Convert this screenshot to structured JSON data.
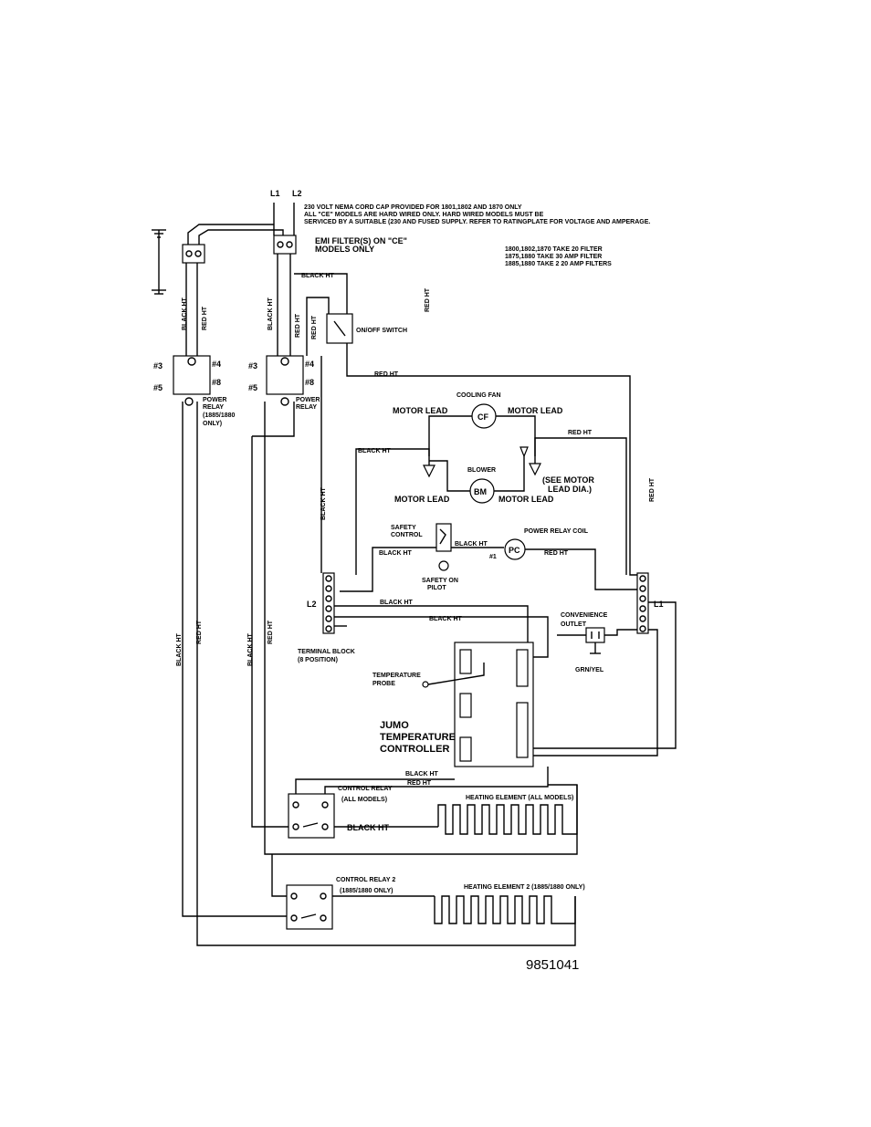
{
  "top": {
    "l1": "L1",
    "l2": "L2",
    "note1": "230 VOLT NEMA CORD CAP PROVIDED FOR 1801,1802 AND 1870 ONLY",
    "note2": "ALL \"CE\" MODELS ARE HARD WIRED ONLY. HARD WIRED MODELS MUST BE",
    "note3": "SERVICED BY A SUITABLE (230 AND FUSED SUPPLY.  REFER TO RATINGPLATE FOR VOLTAGE AND AMPERAGE.",
    "emi1": "EMI FILTER(S) ON \"CE\"",
    "emi2": "MODELS ONLY",
    "filt1": "1800,1802,1870 TAKE 20 FILTER",
    "filt2": "1875,1880 TAKE 30 AMP FILTER",
    "filt3": "1885,1880 TAKE 2 20 AMP FILTERS"
  },
  "relays": {
    "t3a": "#3",
    "t4a": "#4",
    "t5a": "#5",
    "t8a": "#8",
    "pr1a": "POWER",
    "pr1b": "RELAY",
    "pr1c": "(1885/1880",
    "pr1d": "ONLY)",
    "t3b": "#3",
    "t4b": "#4",
    "t5b": "#5",
    "t8b": "#8",
    "pr2a": "POWER",
    "pr2b": "RELAY"
  },
  "wires": {
    "black_ht": "BLACK HT",
    "red_ht": "RED HT"
  },
  "switch": {
    "label": "ON/OFF SWITCH"
  },
  "fan": {
    "title": "COOLING FAN",
    "cf": "CF",
    "lead_left": "MOTOR LEAD",
    "lead_right": "MOTOR LEAD"
  },
  "blower": {
    "title": "BLOWER",
    "bm": "BM",
    "lead_left": "MOTOR LEAD",
    "lead_right": "MOTOR LEAD",
    "see1": "(SEE MOTOR",
    "see2": "LEAD DIA.)"
  },
  "safety": {
    "l1": "SAFETY",
    "l2": "CONTROL",
    "pilot1": "SAFETY ON",
    "pilot2": "PILOT"
  },
  "prcoil": {
    "title": "POWER RELAY COIL",
    "pc": "PC",
    "t1": "#1"
  },
  "tb": {
    "l2": "L2",
    "l1": "L1",
    "name1": "TERMINAL BLOCK",
    "name2": "(8 POSITION)"
  },
  "outlet": {
    "l1": "CONVENIENCE",
    "l2": "OUTLET",
    "gnd": "GRN/YEL"
  },
  "probe": {
    "l1": "TEMPERATURE",
    "l2": "PROBE"
  },
  "controller": {
    "l1": "JUMO",
    "l2": "TEMPERATURE",
    "l3": "CONTROLLER"
  },
  "cr1": {
    "l1": "CONTROL RELAY",
    "l2": "(ALL MODELS)"
  },
  "he1": {
    "label": "HEATING ELEMENT (ALL MODELS)"
  },
  "cr2": {
    "l1": "CONTROL RELAY 2",
    "l2": "(1885/1880 ONLY)"
  },
  "he2": {
    "label": "HEATING ELEMENT 2 (1885/1880 ONLY)"
  },
  "partno": "9851041"
}
